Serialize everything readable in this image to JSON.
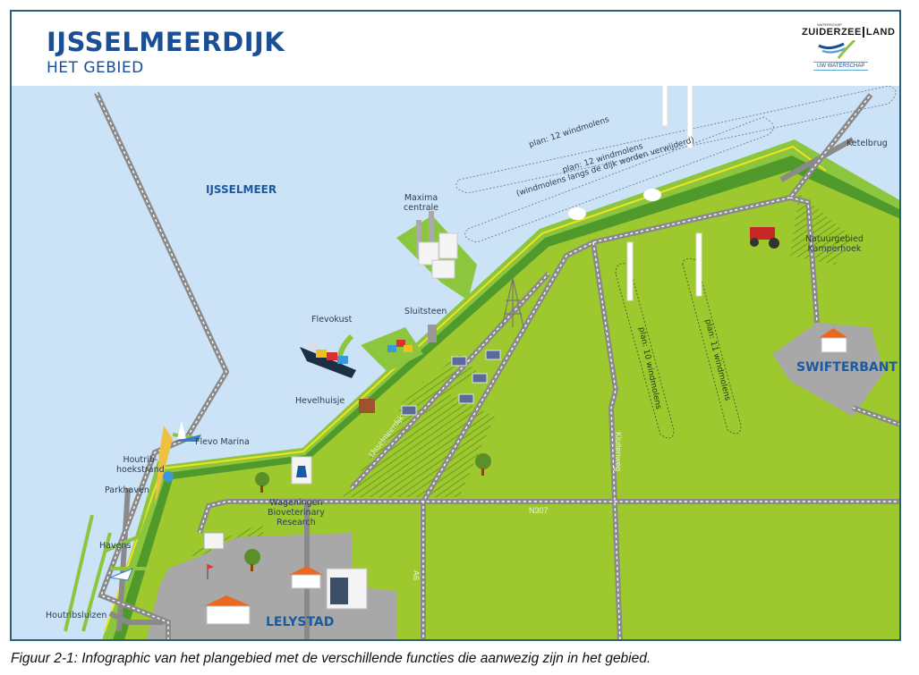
{
  "header": {
    "title": "IJSSELMEERDIJK",
    "subtitle": "HET GEBIED",
    "logo": {
      "small_text": "WATERSCHAP",
      "name_left": "ZUIDERZEE",
      "name_right": "LAND",
      "tagline": "UW WATERSCHAP"
    }
  },
  "water": {
    "lake_name": "IJSSELMEER"
  },
  "labels": {
    "maxima_centrale": "Maxima\ncentrale",
    "maxima_line1": "Maxima",
    "maxima_line2": "centrale",
    "sluitsteen": "Sluitsteen",
    "flevokust": "Flevokust",
    "hevelhuisje": "Hevelhuisje",
    "flevo_marina": "Flevo Marina",
    "houtribhoekstrand_line1": "Houtrib-",
    "houtribhoekstrand_line2": "hoekstrand",
    "parkhaven": "Parkhaven",
    "havens": "Havens",
    "houtribsluizen": "Houtribsluizen",
    "ketelbrug": "Ketelbrug",
    "natuurgebied_line1": "Natuurgebied",
    "natuurgebied_line2": "Kamperhoek",
    "wageningen_line1": "Wageningen",
    "wageningen_line2": "Bioveterinary",
    "wageningen_line3": "Research"
  },
  "wind_plans": {
    "plan_lake_outer": "plan: 12 windmolens",
    "plan_lake_inner_line1": "plan: 12 windmolens",
    "plan_lake_inner_line2": "(windmolens langs de dijk worden verwijderd)",
    "plan_land_left": "plan: 10 windmolens",
    "plan_land_right": "plan: 11 windmolens"
  },
  "roads": {
    "dike_road": "IJsselmeerdijk",
    "n307": "N307",
    "a6": "A6",
    "kluitenweg": "Kluitenweg"
  },
  "towns": {
    "lelystad": "LELYSTAD",
    "swifterbant": "SWIFTERBANT"
  },
  "colors": {
    "water": "#cce2f6",
    "land": "#9dc82e",
    "dike_light": "#8cc63f",
    "dike_dark": "#4f9a2a",
    "dike_path": "#f5e21b",
    "urban": "#a8a8a8",
    "road": "#8a8a8a",
    "title_blue": "#1a4f96",
    "frame": "#2a5f7a"
  },
  "caption": "Figuur 2-1: Infographic van het plangebied met de verschillende functies die aanwezig zijn in het gebied."
}
